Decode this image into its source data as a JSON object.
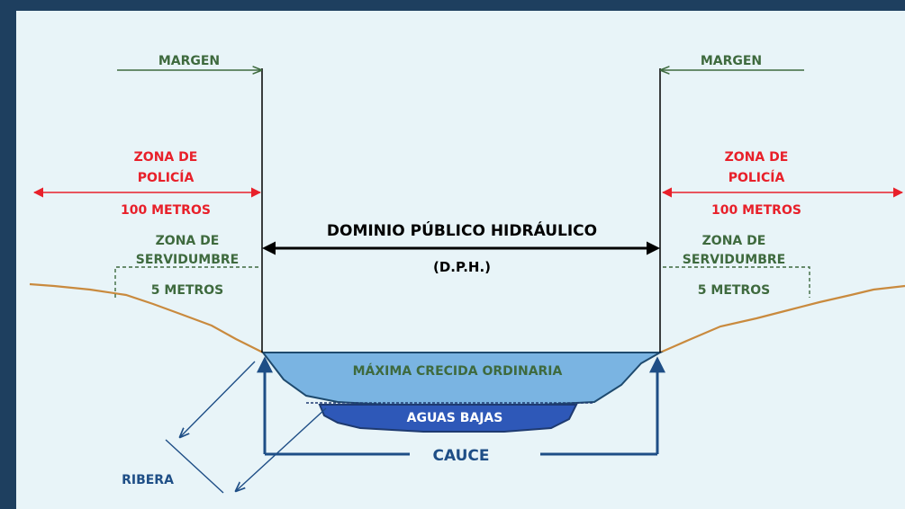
{
  "colors": {
    "background": "#e8f4f8",
    "frame": "#1e3f5f",
    "red": "#e8202a",
    "green": "#3e6a3e",
    "black": "#000000",
    "navy": "#1e4e86",
    "ground": "#c98a3e",
    "water_high": "#7ab4e2",
    "water_low": "#2e58b8",
    "riverbed": "#1e4a6e"
  },
  "labels": {
    "margen_left": "MARGEN",
    "margen_right": "MARGEN",
    "zona_policia_line1": "ZONA DE",
    "zona_policia_line2": "POLICÍA",
    "policia_distance": "100 METROS",
    "zona_servidumbre_line1": "ZONA DE",
    "zona_servidumbre_line2": "SERVIDUMBRE",
    "servidumbre_distance": "5 METROS",
    "dph_title": "DOMINIO PÚBLICO HIDRÁULICO",
    "dph_abbr": "(D.P.H.)",
    "maxima_crecida": "MÁXIMA CRECIDA ORDINARIA",
    "aguas_bajas": "AGUAS BAJAS",
    "cauce": "CAUCE",
    "ribera": "RIBERA"
  }
}
